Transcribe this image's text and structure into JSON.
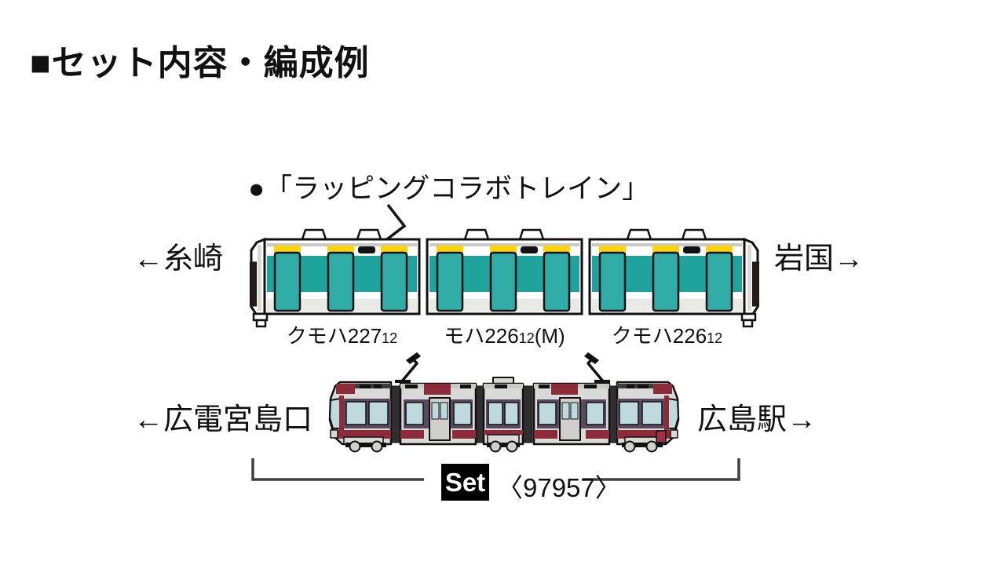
{
  "colors": {
    "teal": "#1fa39d",
    "teal2": "#2fada6",
    "yellow": "#ffd400",
    "lgrey": "#e9e9e6",
    "maroon": "#8e2b3b",
    "maroon2": "#a03044",
    "plum": "#5a4a60",
    "glass": "#bedadd",
    "silver": "#d9d9d7",
    "bracket": "#3f3f3f"
  },
  "header": {
    "title": "■セット内容・編成例"
  },
  "jr227": {
    "callout": "●「ラッピングコラボトレイン」",
    "dest_left": "←糸崎",
    "dest_right": "岩国→",
    "cars": [
      {
        "name": "クモハ227",
        "number": "12",
        "suffix": ""
      },
      {
        "name": "モハ226",
        "number": "12",
        "suffix": "(M)"
      },
      {
        "name": "クモハ226",
        "number": "12",
        "suffix": ""
      }
    ]
  },
  "tram": {
    "dest_left": "←広電宮島口",
    "dest_right": "広島駅→"
  },
  "set": {
    "label": "Set",
    "number": "〈97957〉"
  }
}
